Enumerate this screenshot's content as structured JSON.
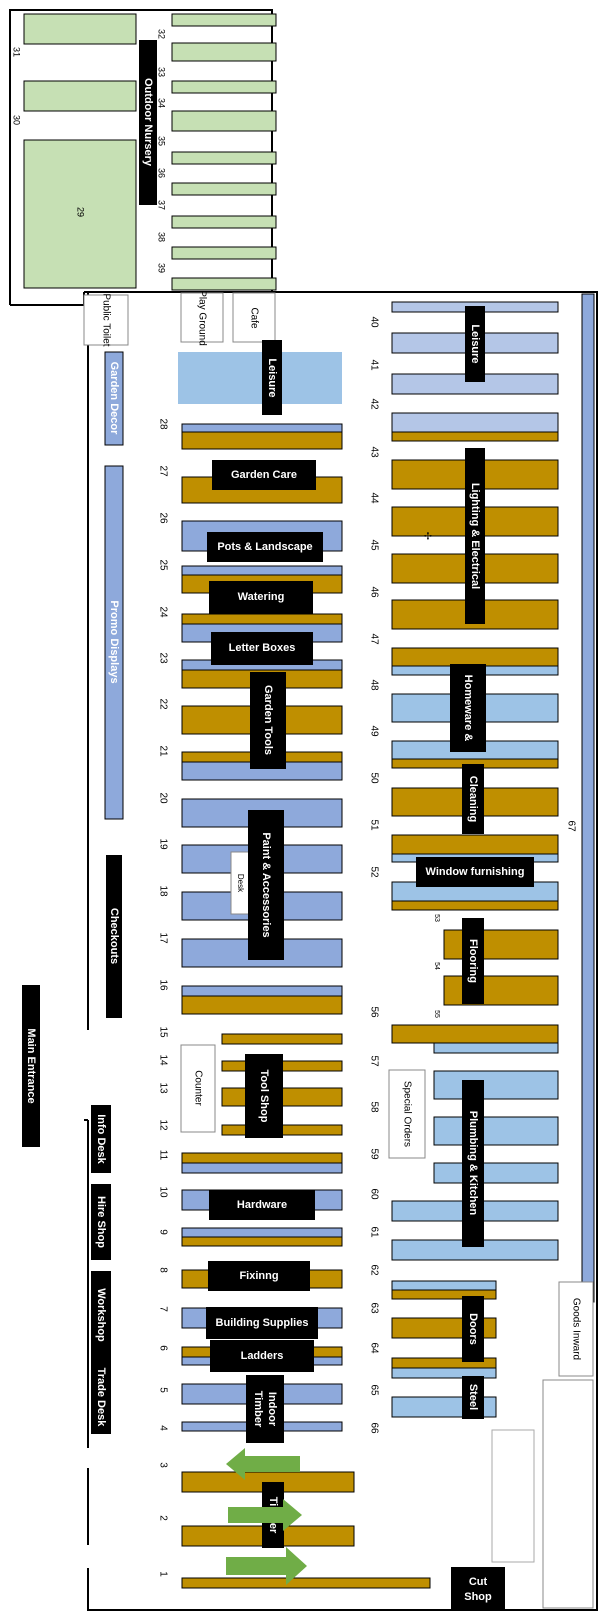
{
  "colors": {
    "tan": "#BF8F00",
    "blue": "#8EA9DB",
    "lightblue": "#9DC3E6",
    "paleblue": "#B4C6E7",
    "green": "#C6E0B4",
    "label": "#000000",
    "arrow": "#70AD47"
  },
  "aisle_numbers": {
    "left": [
      "1",
      "2",
      "3",
      "4",
      "5",
      "6",
      "7",
      "8",
      "9",
      "10",
      "11",
      "12",
      "13",
      "14",
      "15",
      "16",
      "17",
      "18",
      "19",
      "20",
      "21",
      "22",
      "23",
      "24",
      "25",
      "26",
      "27",
      "28"
    ],
    "nursery": [
      "29",
      "30",
      "31",
      "32",
      "33",
      "34",
      "35",
      "36",
      "37",
      "38",
      "39"
    ],
    "right": [
      "40",
      "41",
      "42",
      "43",
      "44",
      "45",
      "46",
      "47",
      "48",
      "49",
      "50",
      "51",
      "52",
      "53",
      "54",
      "55",
      "56",
      "57",
      "58",
      "59",
      "60",
      "61",
      "62",
      "63",
      "64",
      "65",
      "66",
      "67"
    ]
  },
  "sections": {
    "outdoor_nursery": "Outdoor Nursery",
    "public_toilet": "Public Toilet",
    "play_ground": "Play Ground",
    "cafe": "Cafe",
    "leisure_left": "Leisure",
    "leisure_right": "Leisure",
    "garden_decor": "Garden Decor",
    "promo_displays": "Promo Displays",
    "garden_care": "Garden Care",
    "pots_landscape": "Pots & Landscape",
    "watering": "Watering",
    "letter_boxes": "Letter Boxes",
    "garden_tools": "Garden Tools",
    "paint_accessories": "Paint & Accessories",
    "desk": "Desk",
    "checkouts": "Checkouts",
    "main_entrance": "Main Entrance",
    "counter": "Counter",
    "tool_shop": "Tool Shop",
    "hardware": "Hardware",
    "fixinng": "Fixinng",
    "building_supplies": "Building Supplies",
    "ladders": "Ladders",
    "indoor_timber": "Indoor Timber",
    "timber": "Timber",
    "cut_shop": "Cut Shop",
    "info_desk": "Info Desk",
    "hire_shop": "Hire Shop",
    "workshop": "Workshop",
    "trade_desk": "Trade Desk",
    "lighting_electrical": "Lighting & Electrical",
    "homeware": "Homeware &",
    "cleaning": "Cleaning",
    "window_furnishing": "Window furnishing",
    "flooring": "Flooring",
    "special_orders": "Special Orders",
    "plumbing_kitchen": "Plumbing & Kitchen",
    "doors": "Doors",
    "steel": "Steel",
    "goods_inward": "Goods Inward"
  }
}
